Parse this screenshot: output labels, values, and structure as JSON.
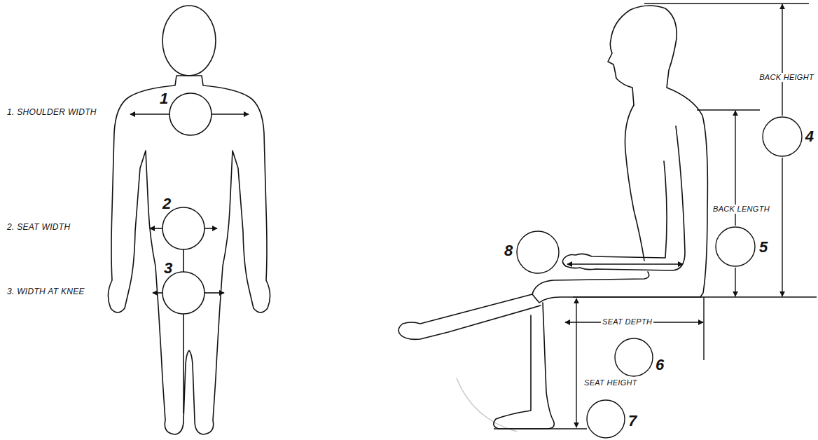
{
  "diagram": {
    "labels": [
      "1. SHOULDER WIDTH",
      "1",
      "2. SEAT WIDTH",
      "2",
      "3. WIDTH AT KNEE",
      "3",
      "BACK HEIGHT",
      "4",
      "BACK LENGTH",
      "5",
      "8",
      "SEAT DEPTH",
      "6",
      "SEAT HEIGHT",
      "7"
    ]
  }
}
